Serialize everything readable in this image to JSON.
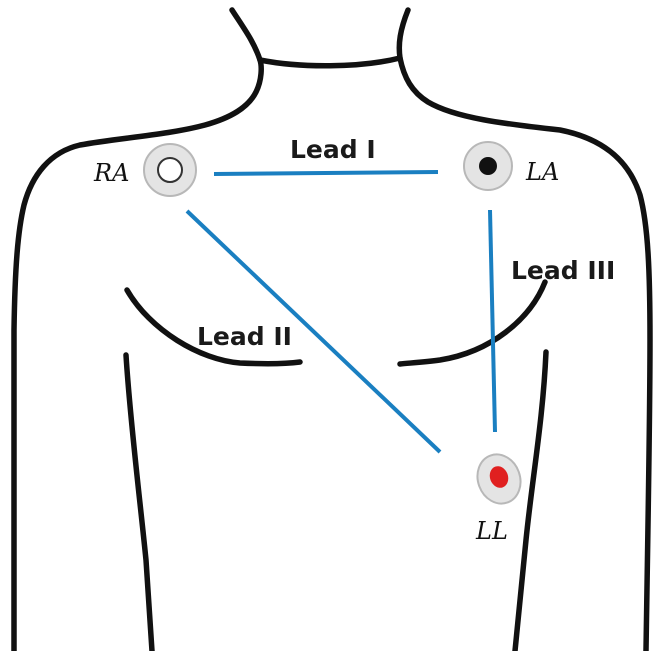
{
  "diagram": {
    "colors": {
      "lead_line": "#1a7fc1",
      "outline": "#111111",
      "pad_fill": "#e4e4e4",
      "pad_stroke": "#b8b8b8",
      "ra_center": "#ffffff",
      "la_center": "#111111",
      "ll_center": "#e02020"
    },
    "leads": [
      {
        "label": "Lead I",
        "from": "RA",
        "to": "LA"
      },
      {
        "label": "Lead II",
        "from": "RA",
        "to": "LL"
      },
      {
        "label": "Lead III",
        "from": "LA",
        "to": "LL"
      }
    ],
    "electrodes": [
      {
        "label": "RA",
        "center": "white"
      },
      {
        "label": "LA",
        "center": "black"
      },
      {
        "label": "LL",
        "center": "red"
      }
    ]
  }
}
